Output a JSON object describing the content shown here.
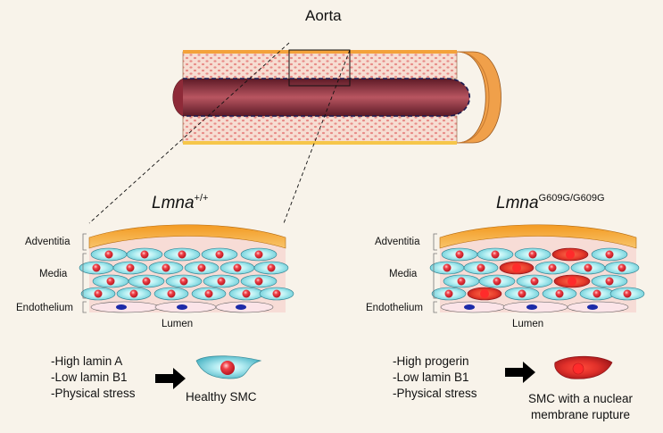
{
  "title": "Aorta",
  "left_panel": {
    "genotype": "Lmna",
    "genotype_sup": "+/+",
    "layers": [
      "Adventitia",
      "Media",
      "Endothelium"
    ],
    "lumen": "Lumen",
    "bullets": [
      "-High lamin A",
      "-Low lamin B1",
      "-Physical stress"
    ],
    "caption": "Healthy SMC"
  },
  "right_panel": {
    "genotype": "Lmna",
    "genotype_sup": "G609G/G609G",
    "layers": [
      "Adventitia",
      "Media",
      "Endothelium"
    ],
    "lumen": "Lumen",
    "bullets": [
      "-High progerin",
      "-Low lamin B1",
      "-Physical stress"
    ],
    "caption_line1": "SMC with a nuclear",
    "caption_line2": "membrane rupture"
  },
  "colors": {
    "background": "#f8f3ea",
    "adventitia": "#f39a22",
    "smc_cytoplasm": "#8fe3ea",
    "nucleus": "#e8232c",
    "ruptured_cell": "#e53a2a",
    "lumen_blood": "#8e2a38",
    "endothelial_nucleus": "#1c2aa8"
  }
}
